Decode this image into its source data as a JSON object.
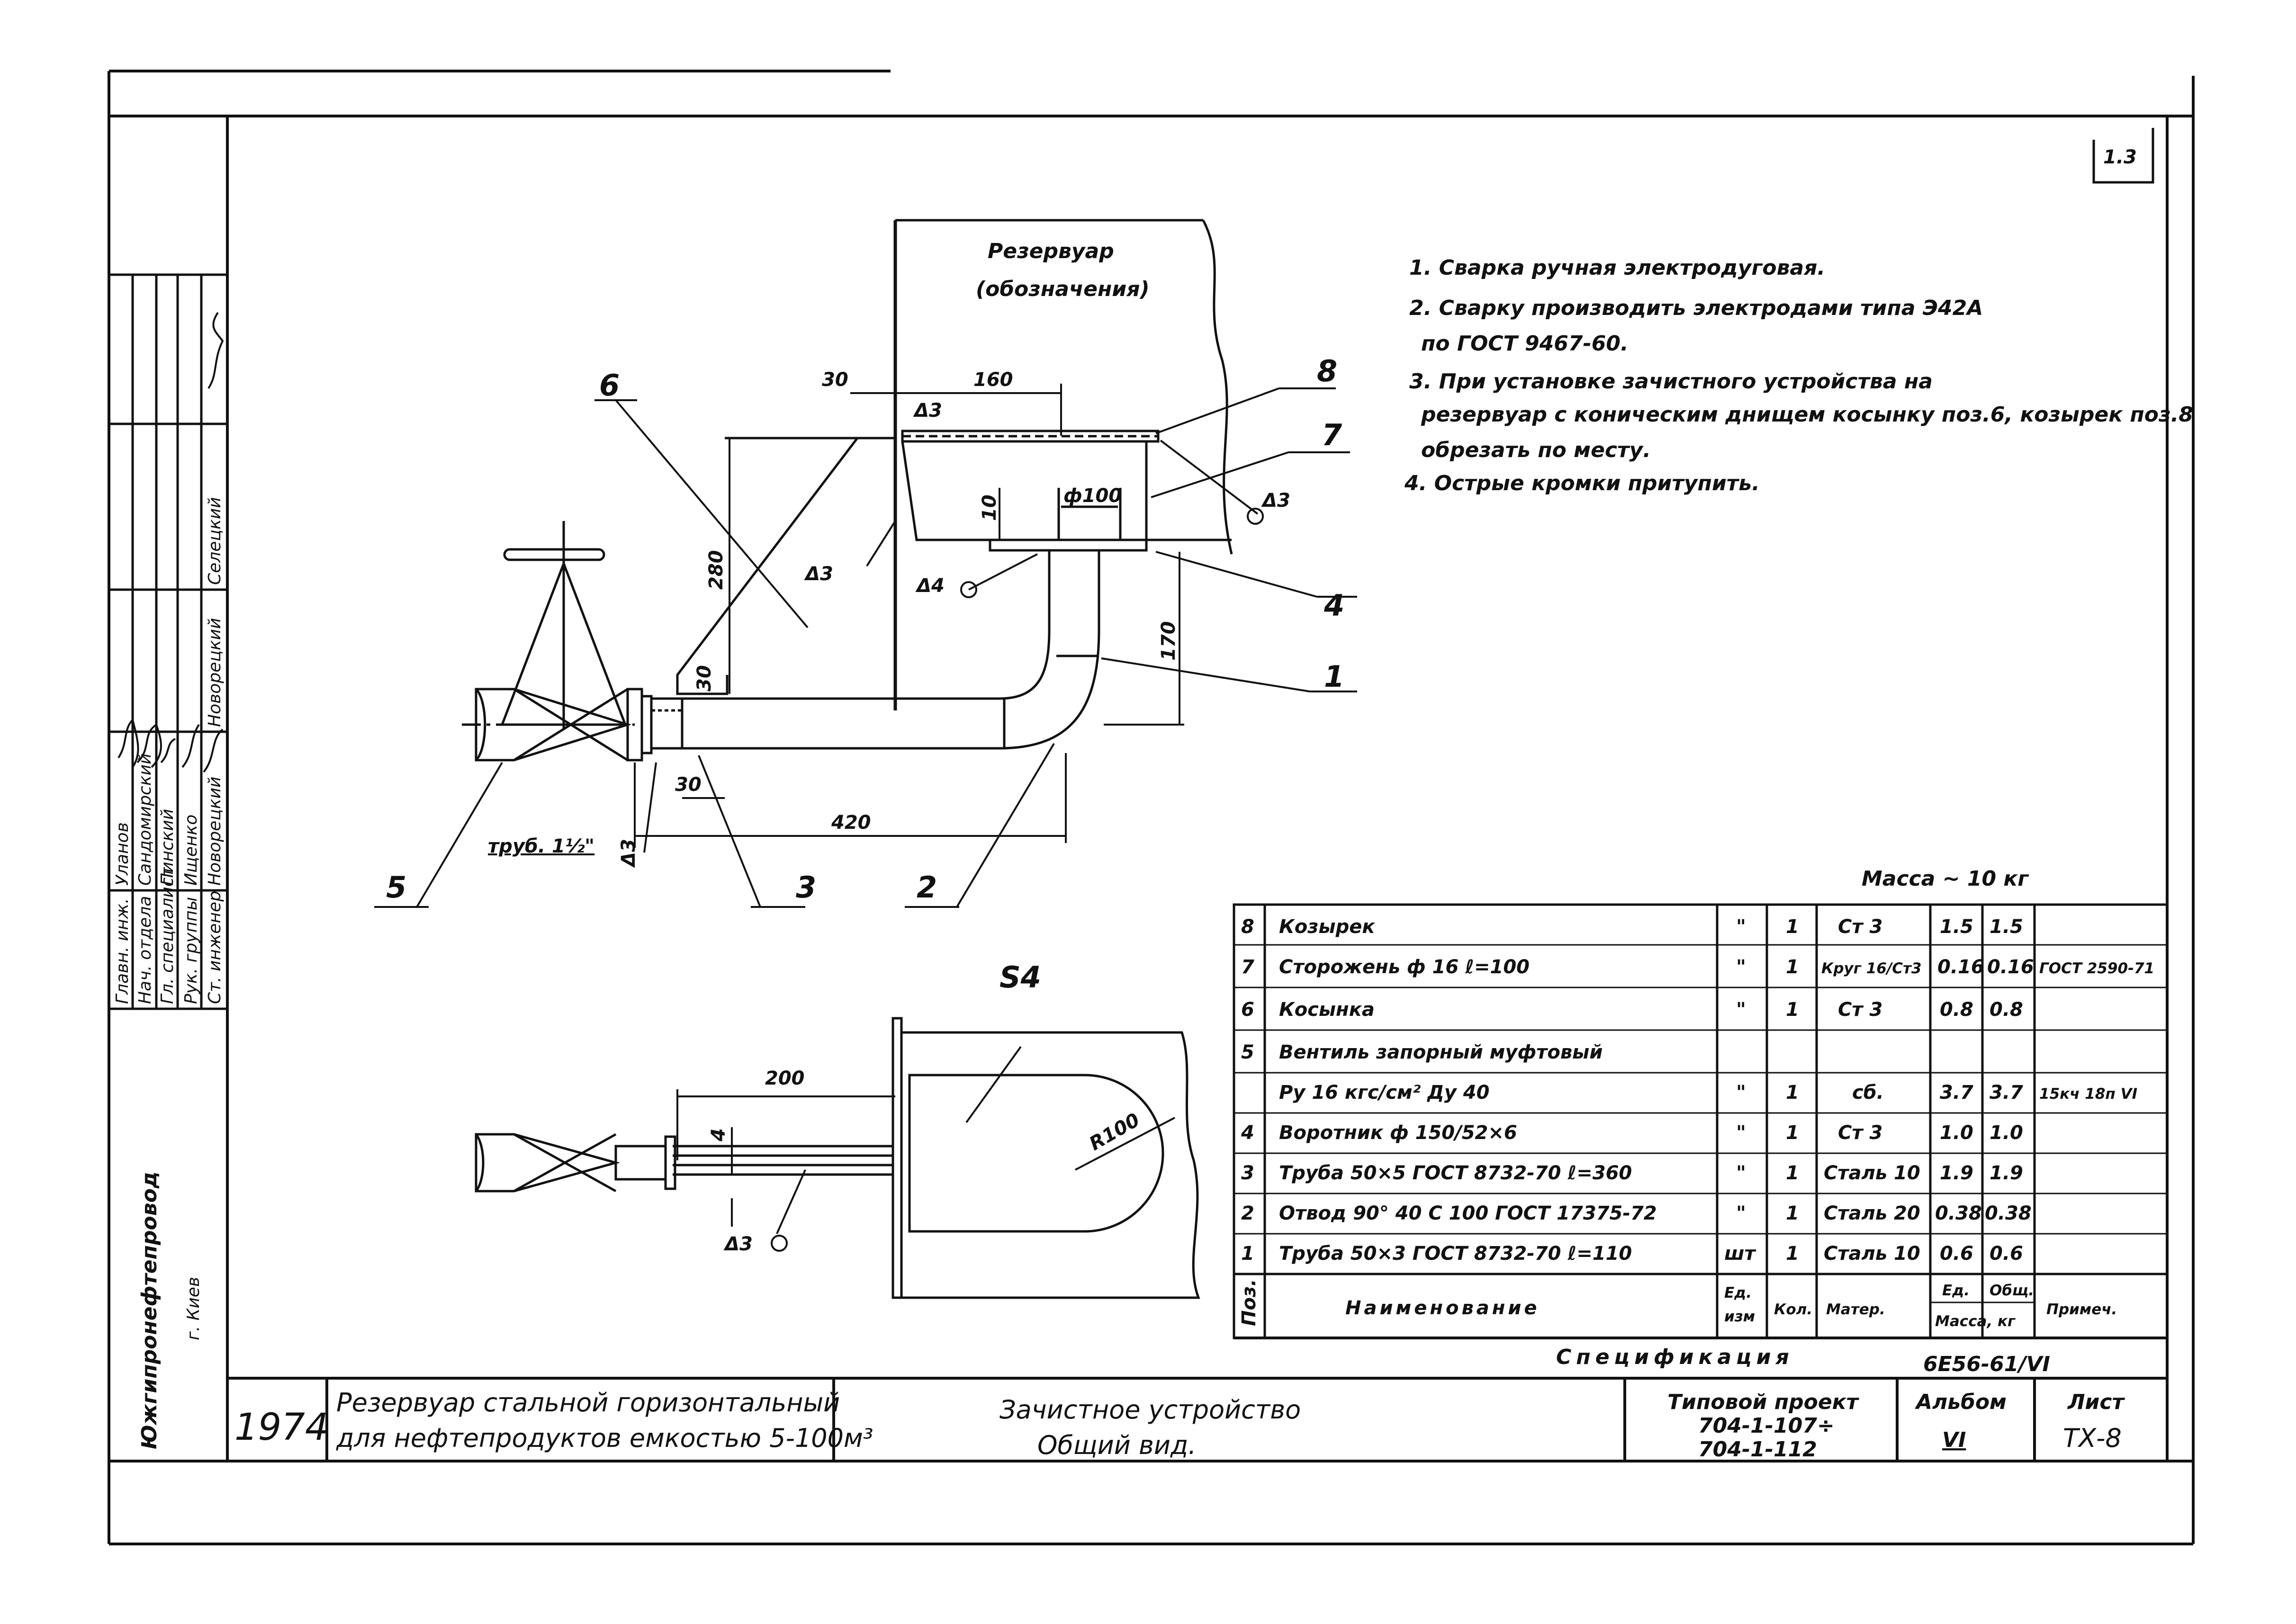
{
  "sheet_corner": "1.3",
  "view_top": {
    "tank_label_1": "Резервуар",
    "tank_label_2": "(обозначения)",
    "dims": {
      "d30_top": "30",
      "d160": "160",
      "d10": "10",
      "d100_dia": "ф100",
      "d280": "280",
      "d170": "170",
      "d30_mid": "30",
      "d30_bottom": "30",
      "d420": "420"
    },
    "weld_marks": [
      "Δ3",
      "Δ3",
      "Δ3",
      "Δ4",
      "Δ3"
    ],
    "pipe_label": "труб. 1½\"",
    "callouts": [
      "6",
      "8",
      "7",
      "4",
      "1",
      "5",
      "3",
      "2"
    ]
  },
  "view_bottom": {
    "callout_s4": "S4",
    "d200": "200",
    "d4": "4",
    "r100": "R100",
    "weld_mark": "Δ3"
  },
  "notes": [
    "1. Сварка ручная электродуговая.",
    "2. Сварку производить электродами типа Э42А",
    "по ГОСТ 9467-60.",
    "3. При установке зачистного устройства на",
    "резервуар с коническим днищем косынку поз.6, козырек поз.8",
    "обрезать по месту.",
    "4. Острые кромки притупить."
  ],
  "mass_label": "Масса ~ 10 кг",
  "spec": {
    "rows": [
      {
        "pos": "8",
        "name": "Козырек",
        "unit": "\"",
        "qty": "1",
        "mat": "Ст 3",
        "m1": "1.5",
        "m2": "1.5",
        "note": ""
      },
      {
        "pos": "7",
        "name": "Сторожень ф 16  ℓ=100",
        "unit": "\"",
        "qty": "1",
        "mat": "Круг 16/Ст3",
        "m1": "0.16",
        "m2": "0.16",
        "note": "ГОСТ 2590-71"
      },
      {
        "pos": "6",
        "name": "Косынка",
        "unit": "\"",
        "qty": "1",
        "mat": "Ст 3",
        "m1": "0.8",
        "m2": "0.8",
        "note": ""
      },
      {
        "pos": "5",
        "name": "Вентиль запорный муфтовый",
        "unit": "",
        "qty": "",
        "mat": "",
        "m1": "",
        "m2": "",
        "note": ""
      },
      {
        "pos": "",
        "name": "Ру 16 кгс/см²  Ду 40",
        "unit": "\"",
        "qty": "1",
        "mat": "сб.",
        "m1": "3.7",
        "m2": "3.7",
        "note": "15кч 18п VI"
      },
      {
        "pos": "4",
        "name": "Воротник ф 150/52×6",
        "unit": "\"",
        "qty": "1",
        "mat": "Ст 3",
        "m1": "1.0",
        "m2": "1.0",
        "note": ""
      },
      {
        "pos": "3",
        "name": "Труба 50×5  ГОСТ 8732-70  ℓ=360",
        "unit": "\"",
        "qty": "1",
        "mat": "Сталь 10",
        "m1": "1.9",
        "m2": "1.9",
        "note": ""
      },
      {
        "pos": "2",
        "name": "Отвод 90° 40 С 100  ГОСТ 17375-72",
        "unit": "\"",
        "qty": "1",
        "mat": "Сталь 20",
        "m1": "0.38",
        "m2": "0.38",
        "note": ""
      },
      {
        "pos": "1",
        "name": "Труба 50×3  ГОСТ 8732-70  ℓ=110",
        "unit": "шт",
        "qty": "1",
        "mat": "Сталь 10",
        "m1": "0.6",
        "m2": "0.6",
        "note": ""
      }
    ],
    "header": {
      "pos": "Поз.",
      "name": "Наименование",
      "unit_1": "Ед.",
      "unit_2": "изм",
      "qty": "Кол.",
      "mat": "Матер.",
      "m1": "Ед.",
      "m2": "Общ.",
      "mass": "Масса, кг",
      "note": "Примеч."
    },
    "caption": "Спецификация",
    "caption_ref": "6Е56-61/VI"
  },
  "title_block": {
    "year": "1974",
    "org_1": "Южгипронефтепровод",
    "org_2": "г. Киев",
    "object_1": "Резервуар стальной горизонтальный",
    "object_2": "для нефтепродуктов емкостью 5-100м³",
    "drawing_1": "Зачистное устройство",
    "drawing_2": "Общий вид.",
    "project_label": "Типовой проект",
    "project_1": "704-1-107÷",
    "project_2": "704-1-112",
    "album_label": "Альбом",
    "album": "VI",
    "sheet_label": "Лист",
    "sheet": "ТХ-8"
  },
  "side_stamp": {
    "roles": [
      "Главн. инж.",
      "Нач. отдела",
      "Гл. специалист",
      "Рук. группы",
      "Ст. инженер"
    ],
    "names": [
      "Уланов",
      "Сандомирский",
      "Пинский",
      "Ищенко",
      "Новорецкий"
    ],
    "upper_names": [
      "Новорецкий",
      "Селецкий"
    ]
  }
}
